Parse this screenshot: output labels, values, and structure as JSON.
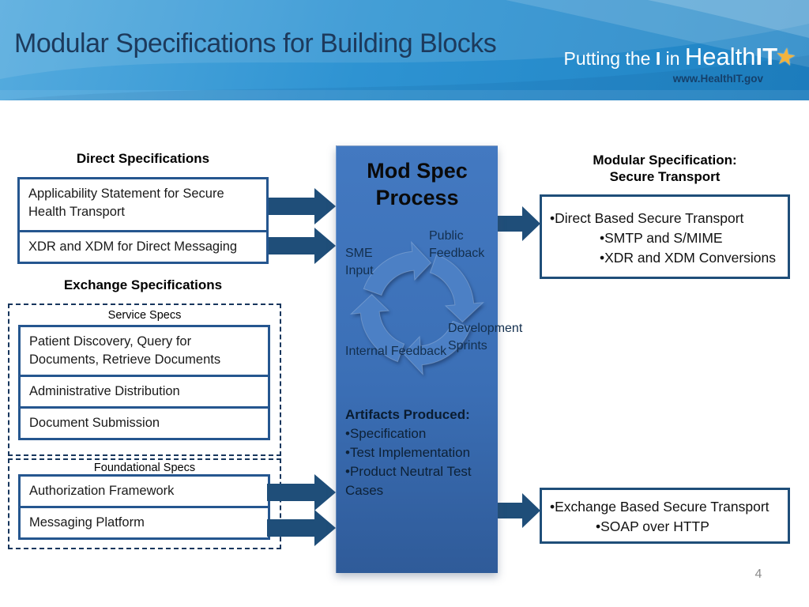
{
  "slide": {
    "title": "Modular Specifications for Building Blocks",
    "page_number": "4",
    "brand": {
      "putting_the": "Putting the ",
      "i": "I",
      "in": " in ",
      "health": "Health",
      "it": "IT",
      "star_icon": "★",
      "url": "www.HealthIT.gov"
    }
  },
  "left": {
    "direct_heading": "Direct Specifications",
    "direct_items": [
      "Applicability Statement for Secure Health Transport",
      "XDR and XDM for Direct Messaging"
    ],
    "exchange_heading": "Exchange Specifications",
    "service_group": {
      "label": "Service Specs",
      "items": [
        "Patient Discovery, Query for Documents, Retrieve Documents",
        "Administrative Distribution",
        "Document Submission"
      ]
    },
    "foundational_group": {
      "label": "Foundational Specs",
      "items": [
        "Authorization Framework",
        "Messaging Platform"
      ]
    }
  },
  "center": {
    "title": "Mod Spec Process",
    "cycle_labels": {
      "sme": "SME Input",
      "public": "Public Feedback",
      "development": "Development Sprints",
      "internal": "Internal Feedback"
    },
    "artifacts_heading": "Artifacts Produced:",
    "artifacts_items": [
      "•Specification",
      "•Test Implementation",
      "•Product Neutral Test Cases"
    ]
  },
  "right": {
    "top_heading_line1": "Modular Specification:",
    "top_heading_line2": "Secure Transport",
    "top_box": {
      "lead": "•Direct Based Secure Transport",
      "sub": [
        "•SMTP and S/MIME",
        "•XDR and XDM Conversions"
      ]
    },
    "bottom_box": {
      "lead": "•Exchange Based Secure Transport",
      "sub": [
        "•SOAP over HTTP"
      ]
    }
  },
  "colors": {
    "arrow": "#1F4E79",
    "box_border": "#25568F",
    "header_blue": "#2E93D2",
    "process_top": "#4379C1",
    "process_bottom": "#2F5B99",
    "cycle_arrow": "#4C80C5",
    "star_gold": "#F2B33D"
  }
}
